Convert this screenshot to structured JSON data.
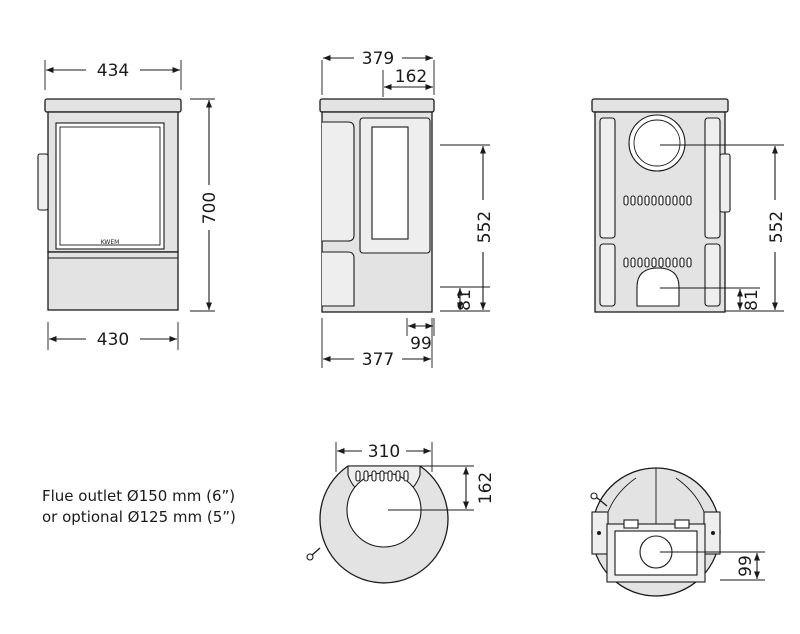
{
  "brand_logo_text": "KWEM",
  "dimensions": {
    "front_top_width": "434",
    "front_bottom_width": "430",
    "front_height": "700",
    "side_top_depth": "379",
    "side_top_offset": "162",
    "side_flue_height": "552",
    "side_air_height": "81",
    "side_bottom_offset": "99",
    "side_bottom_depth": "377",
    "back_flue_height": "552",
    "back_air_height": "81",
    "top_width": "310",
    "top_flue_offset": "162",
    "bottom_air_offset": "99"
  },
  "notes": {
    "line1": "Flue outlet Ø150 mm (6”)",
    "line2": "or optional Ø125 mm (5”)"
  }
}
